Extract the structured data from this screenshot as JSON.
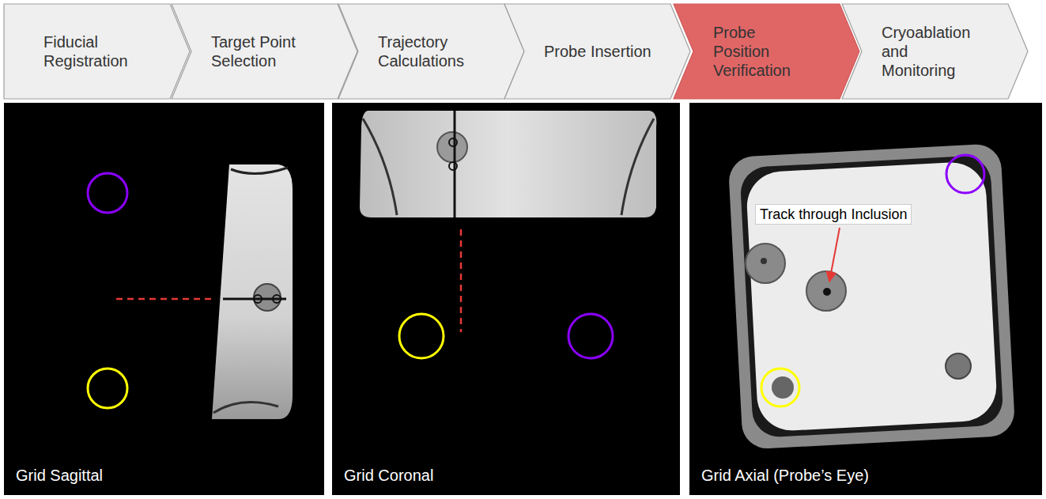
{
  "diagram": {
    "nodes": [
      {
        "text": [
          "Fiducial Registration"
        ]
      },
      {
        "text": [
          "Target Point Selection"
        ]
      },
      {
        "text": [
          "Trajectory Calculations"
        ]
      },
      {
        "text": [
          "Probe Insertion"
        ]
      },
      {
        "text": [
          "Probe Position Verification"
        ]
      },
      {
        "text": [
          "Cryoablation and Monitoring"
        ]
      },
      {
        "text": [
          "Grid Sagittal"
        ]
      },
      {
        "text": [
          "Grid Coronal"
        ]
      },
      {
        "text": [
          "Grid Axial (Probe’s Eye)"
        ]
      },
      {
        "text": [
          "Track through Inclusion"
        ],
        "in": 8
      }
    ]
  }
}
